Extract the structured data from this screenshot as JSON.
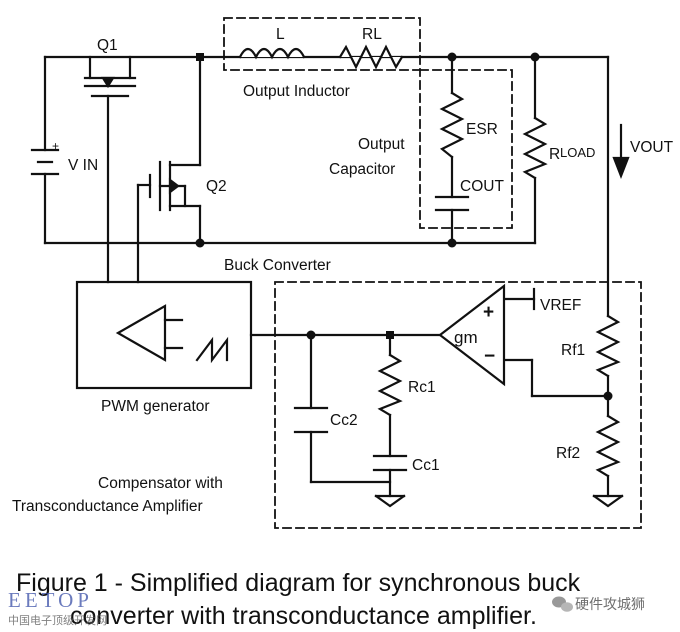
{
  "labels": {
    "q1": "Q1",
    "q2": "Q2",
    "l": "L",
    "rl": "RL",
    "output_inductor": "Output Inductor",
    "esr": "ESR",
    "output_capacitor_line1": "Output",
    "output_capacitor_line2": "Capacitor",
    "cout": "COUT",
    "rload_r": "R",
    "rload_sub": "LOAD",
    "vout": "VOUT",
    "vin_plus": "+",
    "vin": "V IN",
    "buck_converter": "Buck Converter",
    "pwm_generator": "PWM generator",
    "gm": "gm",
    "gm_plus": "+",
    "gm_minus": "−",
    "vref": "VREF",
    "rf1": "Rf1",
    "rf2": "Rf2",
    "rc1": "Rc1",
    "cc1": "Cc1",
    "cc2": "Cc2",
    "compensator_line1": "Compensator with",
    "compensator_line2": "Transconductance Amplifier"
  },
  "caption": {
    "line1": "Figure 1 - Simplified diagram for synchronous buck",
    "line2": "converter with transconductance amplifier."
  },
  "watermark": {
    "logo": "EETOP",
    "site": "中国电子顶级开发网",
    "wechat": "硬件攻城狮"
  }
}
